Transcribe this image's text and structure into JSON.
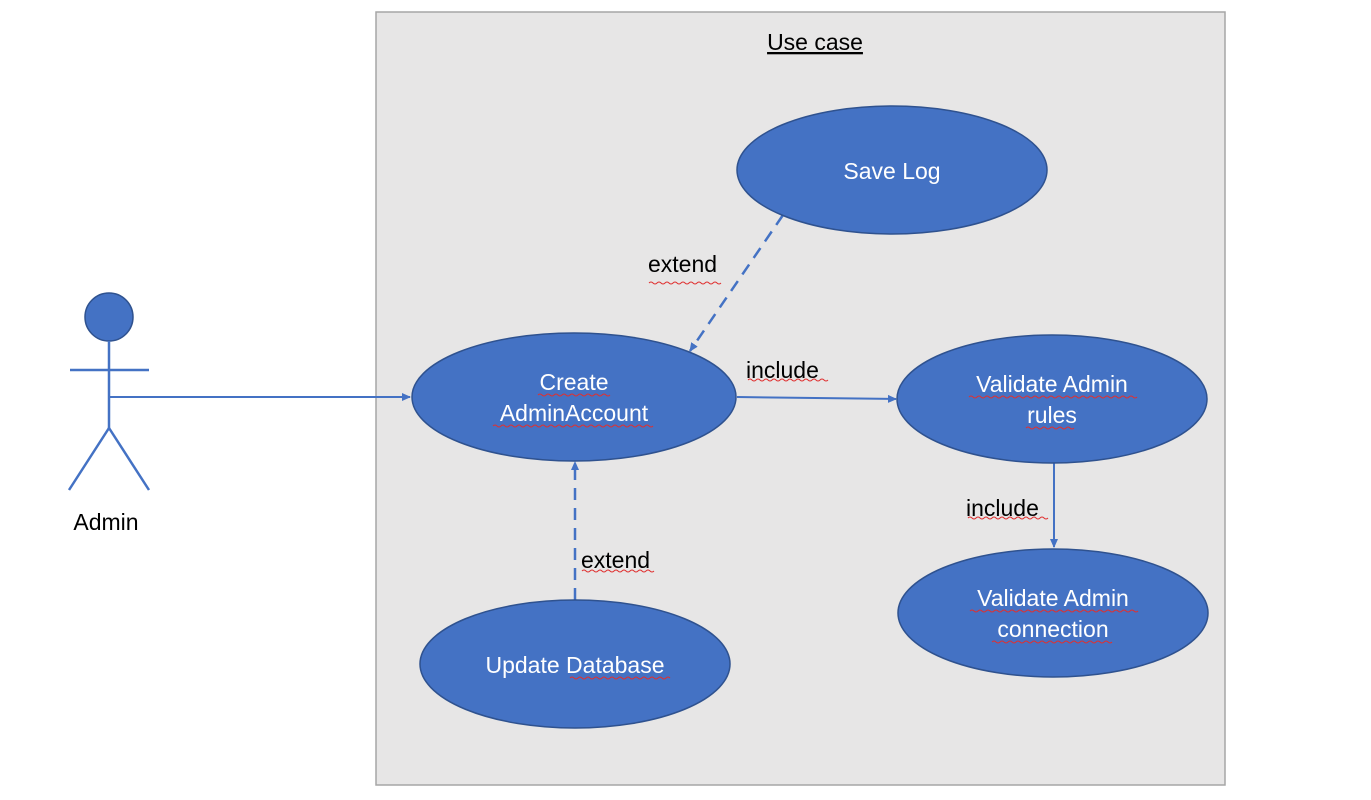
{
  "boundary": {
    "title": "Use case"
  },
  "actor": {
    "label": "Admin"
  },
  "use_cases": {
    "save_log": {
      "line1": "Save Log"
    },
    "create_account": {
      "line1": "Create",
      "line2": "AdminAccount"
    },
    "validate_rules": {
      "line1": "Validate Admin",
      "line2": "rules"
    },
    "validate_connection": {
      "line1": "Validate Admin",
      "line2": "connection"
    },
    "update_database": {
      "line1": "Update Database"
    }
  },
  "relations": {
    "extend_save_log": "extend",
    "include_rules": "include",
    "include_connection": "include",
    "extend_update_db": "extend"
  },
  "colors": {
    "use_case_fill": "#4472C4",
    "use_case_stroke": "#2F528F",
    "boundary_fill": "#E7E6E6",
    "boundary_stroke": "#A6A6A6",
    "connector": "#4472C4"
  }
}
